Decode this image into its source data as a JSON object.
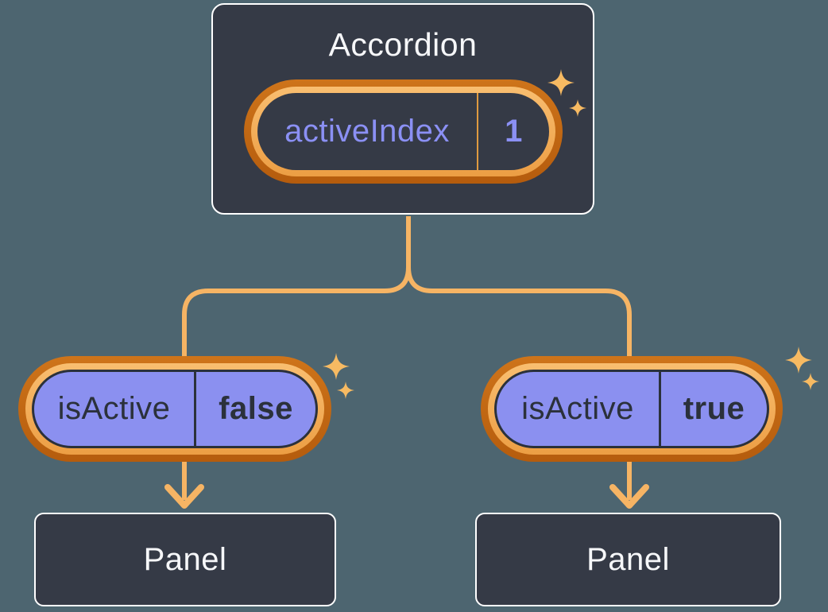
{
  "diagram": {
    "parent": {
      "title": "Accordion",
      "state": {
        "name": "activeIndex",
        "value": "1"
      }
    },
    "children": [
      {
        "prop": {
          "name": "isActive",
          "value": "false"
        },
        "panel_label": "Panel"
      },
      {
        "prop": {
          "name": "isActive",
          "value": "true"
        },
        "panel_label": "Panel"
      }
    ]
  },
  "icons": {
    "sparkle": "sparkle-icon",
    "arrow": "arrow-down-icon"
  },
  "colors": {
    "background": "#4D6570",
    "card": "#353A46",
    "card_border": "#FFFFFF",
    "text_light": "#F6F7F9",
    "text_dark": "#2B313B",
    "purple_fill": "#8B90F0",
    "purple_text": "#8B90F4",
    "orange_ring_dark": "#C2660F",
    "orange_ring_light": "#F6B25C",
    "connector": "#F6B464",
    "sparkle": "#F7BA62",
    "state_divider": "#E09A40"
  }
}
